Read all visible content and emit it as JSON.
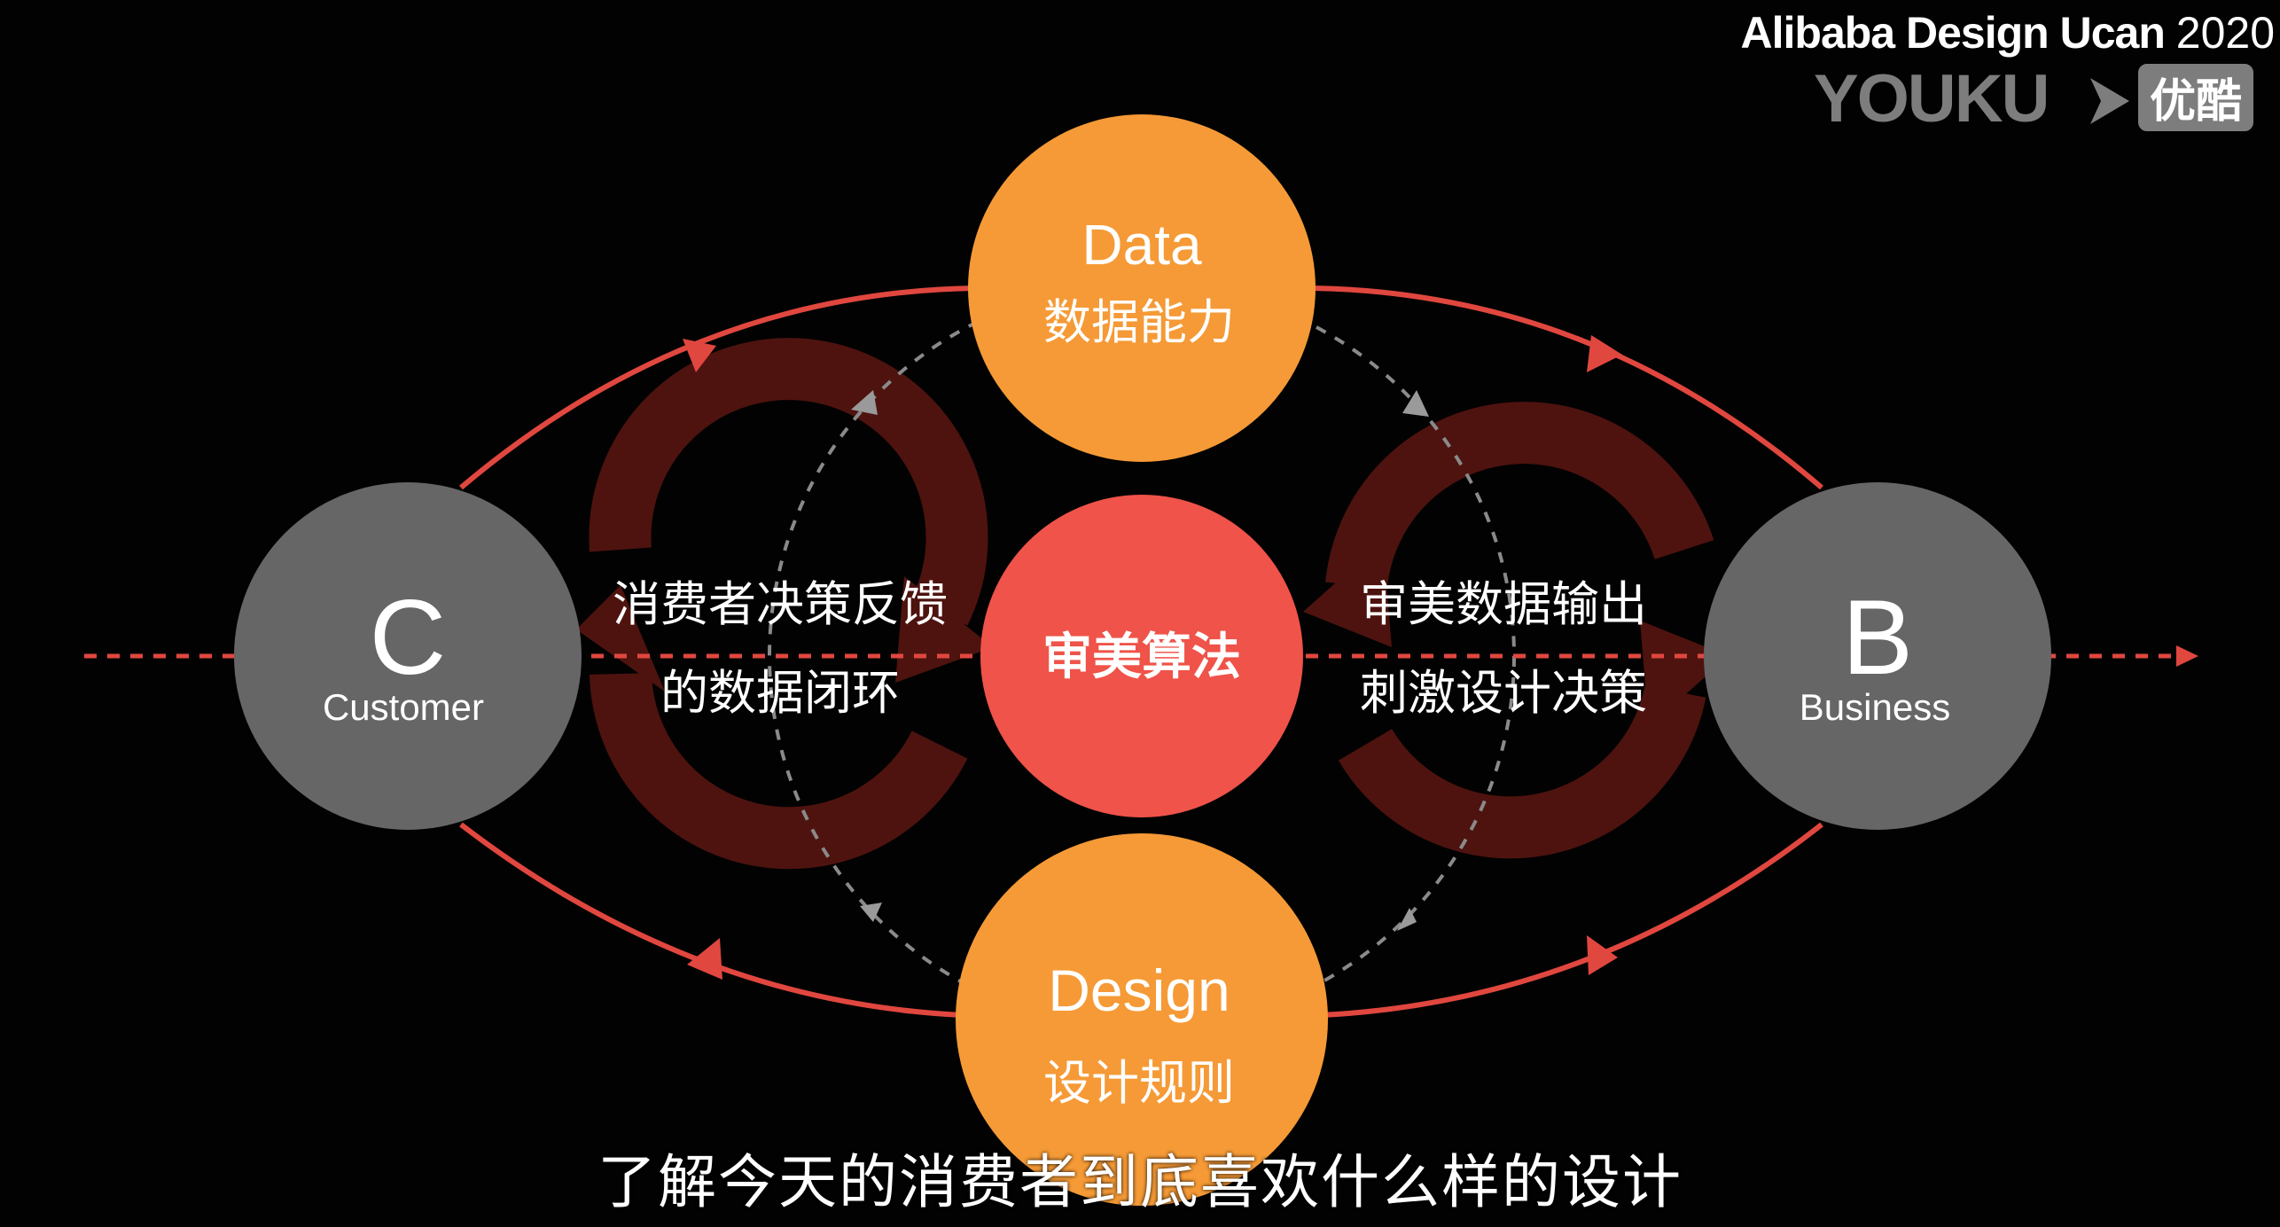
{
  "header": {
    "brand_title": "Alibaba Design Ucan",
    "brand_year": "2020",
    "youku_text": "YOUKU",
    "youku_cn": "优酷"
  },
  "nodes": {
    "customer": {
      "letter": "C",
      "label": "Customer"
    },
    "business": {
      "letter": "B",
      "label": "Business"
    },
    "data": {
      "title": "Data",
      "subtitle": "数据能力"
    },
    "design": {
      "title": "Design",
      "subtitle": "设计规则"
    },
    "center": {
      "label": "审美算法"
    }
  },
  "loops": {
    "left": {
      "line1": "消费者决策反馈",
      "line2": "的数据闭环"
    },
    "right": {
      "line1": "审美数据输出",
      "line2": "刺激设计决策"
    }
  },
  "subtitle": "了解今天的消费者到底喜欢什么样的设计",
  "colors": {
    "background": "#020202",
    "orange": "#f59a36",
    "center_red": "#ef5349",
    "gray_circle": "#666666",
    "ellipse_red": "#e0473f",
    "loop_dark_red": "#5c1612",
    "dashed_gray": "#8a8a8a"
  }
}
